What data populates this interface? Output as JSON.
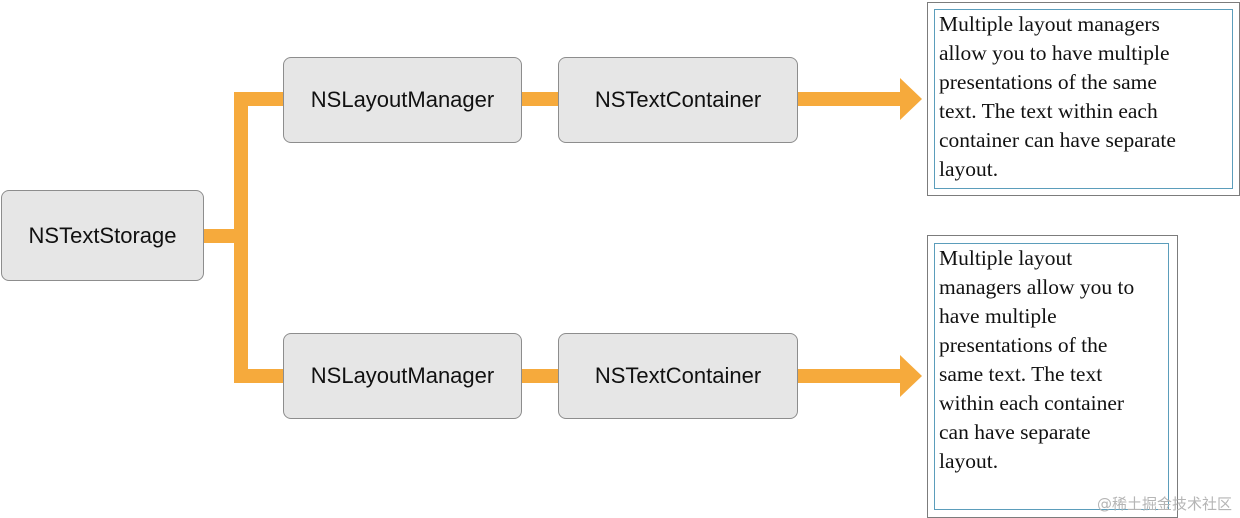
{
  "colors": {
    "connector": "#f6aa3c",
    "node_fill": "#e6e6e6",
    "node_border": "#8d8d8d",
    "container_inner_border": "#5b9dbb"
  },
  "nodes": {
    "text_storage": "NSTextStorage",
    "layout_manager_top": "NSLayoutManager",
    "text_container_top": "NSTextContainer",
    "layout_manager_bottom": "NSLayoutManager",
    "text_container_bottom": "NSTextContainer"
  },
  "containers": {
    "top": {
      "lines": [
        "Multiple layout managers",
        "allow you to have multiple",
        "presentations of the same",
        "text. The text within each",
        "container can have separate",
        "layout."
      ]
    },
    "bottom": {
      "lines": [
        "Multiple layout",
        "managers allow you to",
        "have multiple",
        "presentations of the",
        "same text. The text",
        "within each container",
        "can have separate",
        "layout."
      ]
    }
  },
  "watermark": "@稀土掘金技术社区"
}
